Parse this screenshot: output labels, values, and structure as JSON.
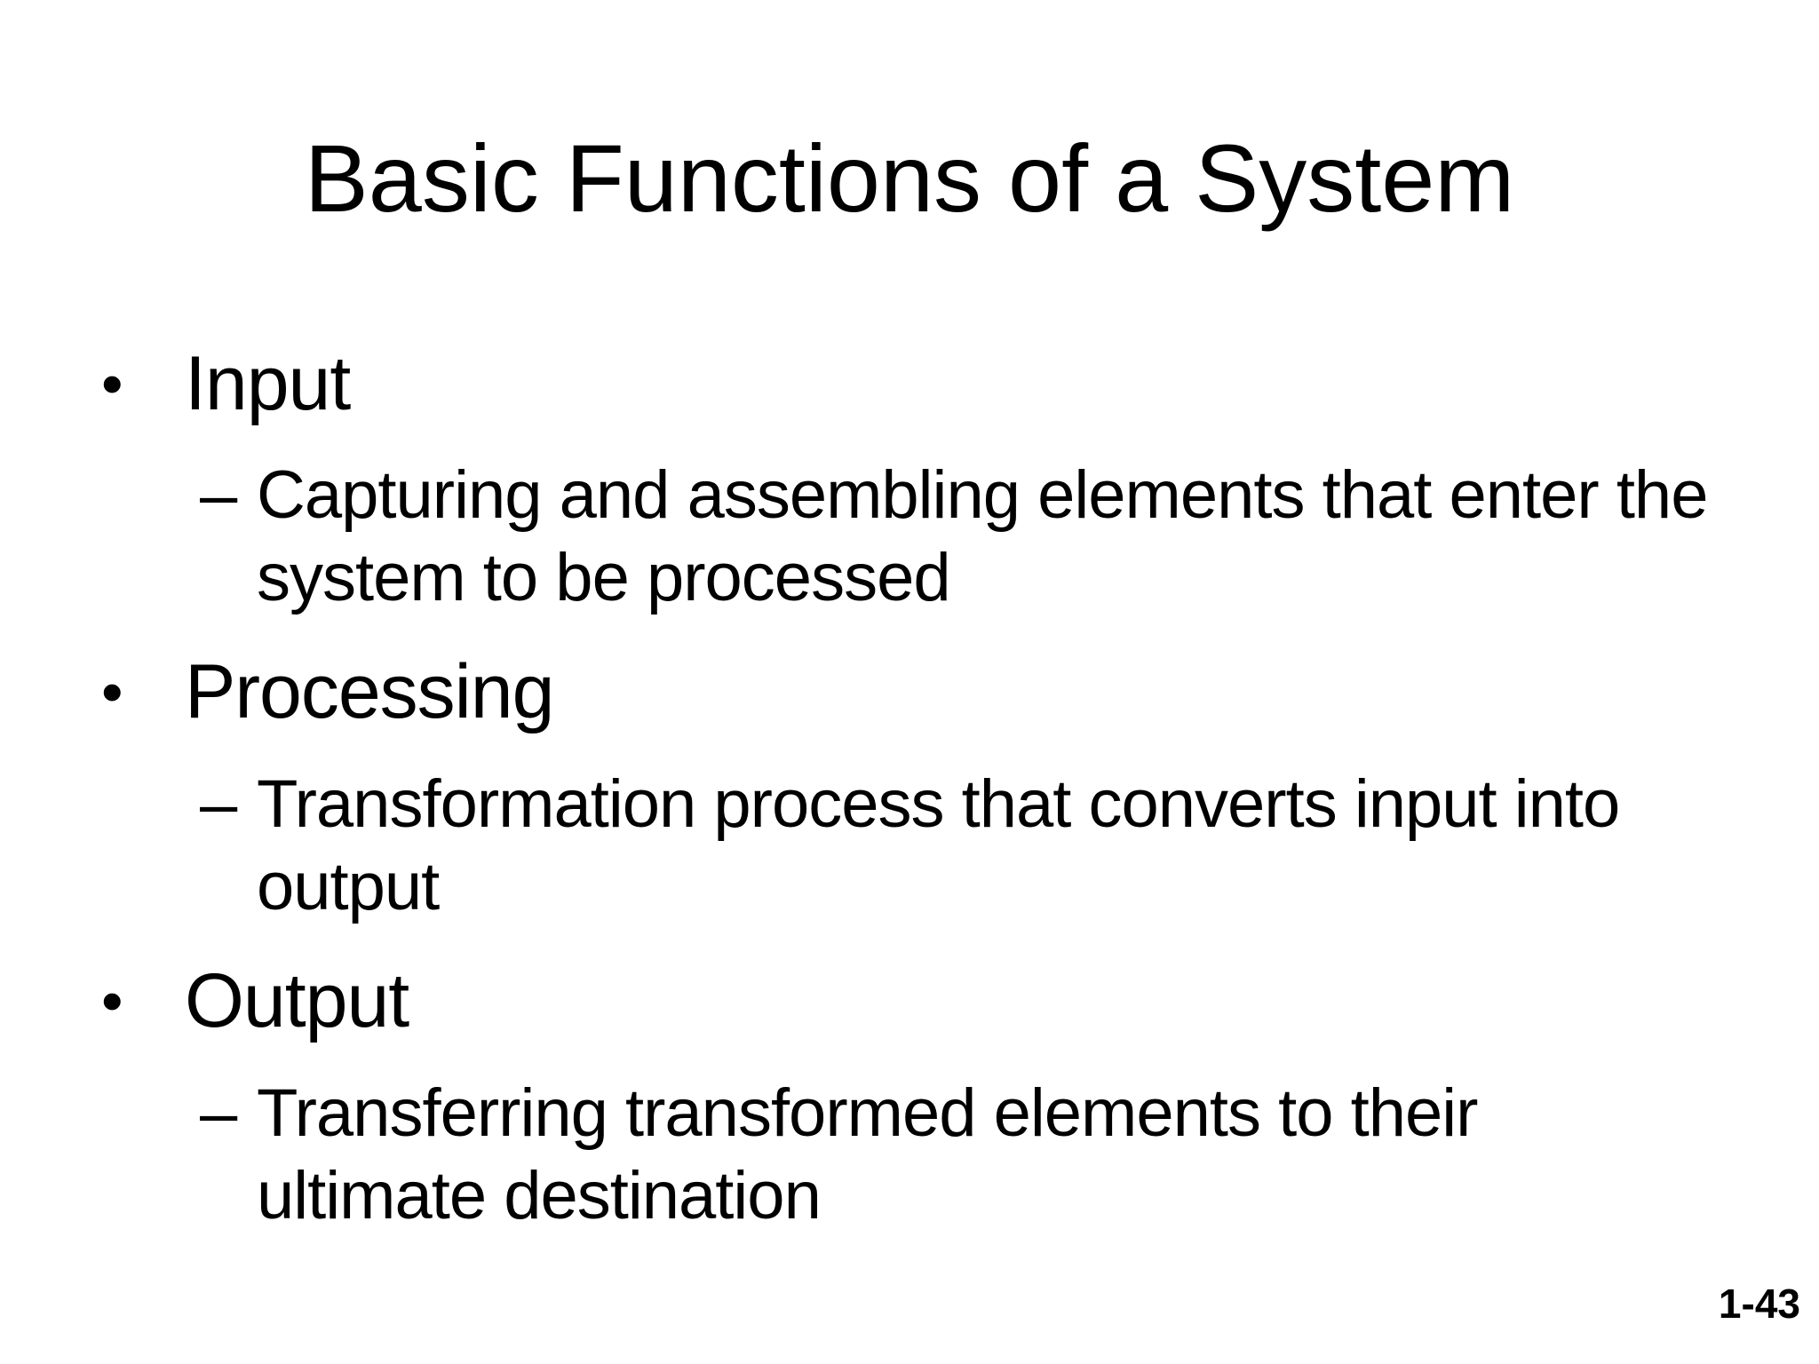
{
  "slide": {
    "title": "Basic Functions of a System",
    "bullet_char": "•",
    "dash_char": "–",
    "bullets": [
      {
        "label": "Input",
        "sub_lines": {
          "0": "Capturing and assembling elements that enter the",
          "1": "system to be processed"
        }
      },
      {
        "label": "Processing",
        "sub_lines": {
          "0": "Transformation process that converts input into",
          "1": "output"
        }
      },
      {
        "label": "Output",
        "sub_lines": {
          "0": "Transferring transformed elements to their",
          "1": "ultimate destination"
        }
      }
    ],
    "page_number": "1-43",
    "colors": {
      "background": "#ffffff",
      "text": "#000000"
    }
  }
}
